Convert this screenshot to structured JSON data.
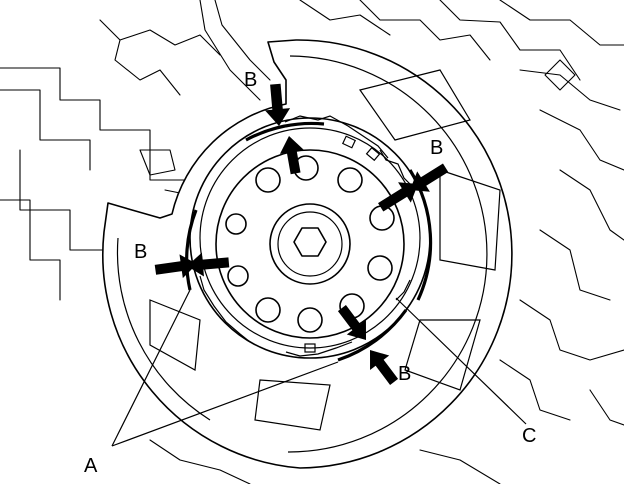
{
  "diagram": {
    "callouts": {
      "a": "A",
      "b": "B",
      "c": "C"
    },
    "colors": {
      "ink": "#000000",
      "paper": "#ffffff"
    }
  }
}
